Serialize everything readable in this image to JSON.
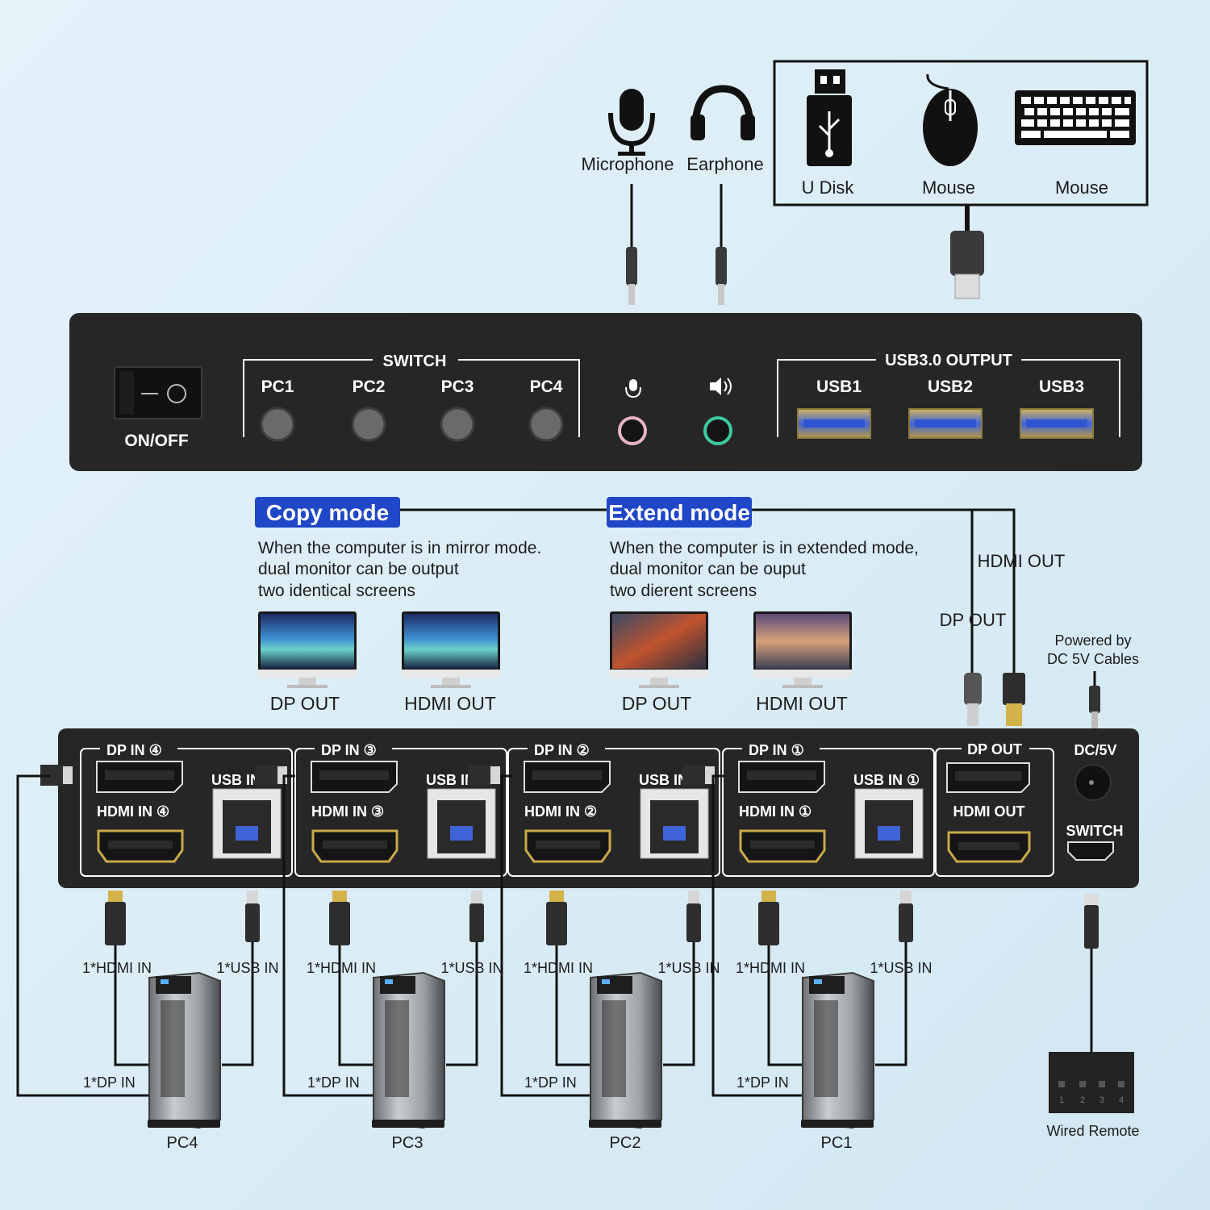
{
  "peripherals": {
    "microphone": "Microphone",
    "earphone": "Earphone",
    "u_disk": "U Disk",
    "mouse": "Mouse",
    "keyboard": "Mouse"
  },
  "top_panel": {
    "power_label": "ON/OFF",
    "switch_title": "SWITCH",
    "pc_buttons": [
      "PC1",
      "PC2",
      "PC3",
      "PC4"
    ],
    "usb_title": "USB3.0 OUTPUT",
    "usb_ports": [
      "USB1",
      "USB2",
      "USB3"
    ]
  },
  "modes": {
    "copy": {
      "title": "Copy mode",
      "lines": [
        "When the computer is in mirror mode.",
        "dual monitor can be output",
        "two identical screens"
      ],
      "monitors": [
        "DP OUT",
        "HDMI OUT"
      ]
    },
    "extend": {
      "title": "Extend mode",
      "lines": [
        "When the computer is in extended mode,",
        "dual monitor can be ouput",
        "two dierent screens"
      ],
      "monitors": [
        "DP OUT",
        "HDMI OUT"
      ]
    }
  },
  "cables": {
    "hdmi_out": "HDMI OUT",
    "dp_out": "DP OUT",
    "power_note": [
      "Powered by",
      "DC 5V Cables"
    ]
  },
  "back_panel": {
    "groups": [
      {
        "dp": "DP IN ④",
        "hdmi": "HDMI IN ④",
        "usb": "USB IN ④"
      },
      {
        "dp": "DP IN ③",
        "hdmi": "HDMI IN ③",
        "usb": "USB IN ③"
      },
      {
        "dp": "DP IN ②",
        "hdmi": "HDMI IN ②",
        "usb": "USB IN ②"
      },
      {
        "dp": "DP IN ①",
        "hdmi": "HDMI IN ①",
        "usb": "USB IN ①"
      }
    ],
    "out_dp": "DP OUT",
    "out_hdmi": "HDMI OUT",
    "dc": "DC/5V",
    "switch": "SWITCH"
  },
  "computers": [
    {
      "name": "PC4",
      "hdmi": "1*HDMI IN",
      "usb": "1*USB IN",
      "dp": "1*DP IN"
    },
    {
      "name": "PC3",
      "hdmi": "1*HDMI IN",
      "usb": "1*USB IN",
      "dp": "1*DP IN"
    },
    {
      "name": "PC2",
      "hdmi": "1*HDMI IN",
      "usb": "1*USB IN",
      "dp": "1*DP IN"
    },
    {
      "name": "PC1",
      "hdmi": "1*HDMI IN",
      "usb": "1*USB IN",
      "dp": "1*DP IN"
    }
  ],
  "remote": {
    "label": "Wired Remote",
    "keys": [
      "1",
      "2",
      "3",
      "4"
    ]
  },
  "colors": {
    "background": "#dcecf5",
    "panel": "#262626",
    "badge": "#1f47c7",
    "hdmi_gold": "#c9a94a",
    "usb_blue": "#3f63d8"
  }
}
